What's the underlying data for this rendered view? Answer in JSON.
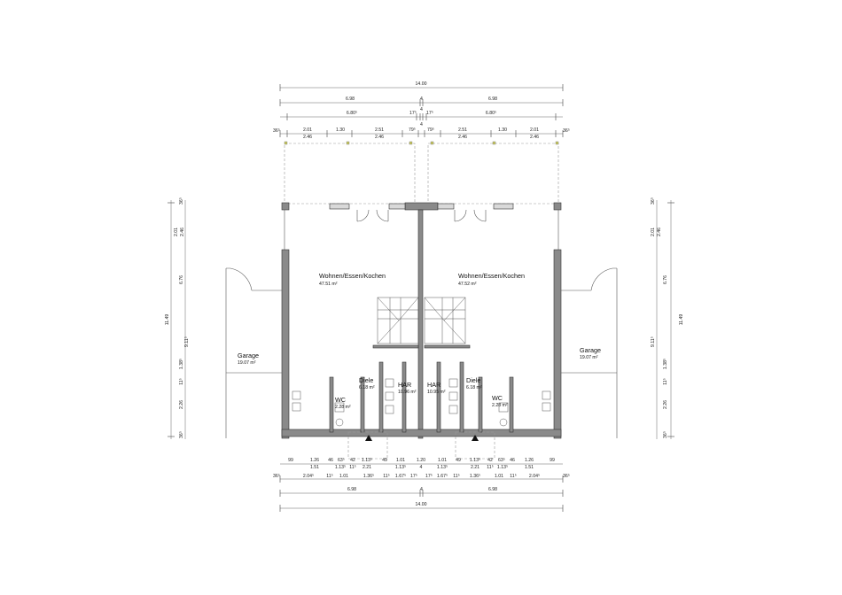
{
  "rooms": {
    "left": {
      "living_name": "Wohnen/Essen/Kochen",
      "living_area": "47.51 m²",
      "garage_name": "Garage",
      "garage_area": "19.07 m²",
      "diele_name": "Diele",
      "diele_area": "6.18 m²",
      "har_name": "HAR",
      "har_area": "10.96 m²",
      "wc_name": "WC",
      "wc_area": "2.28 m²"
    },
    "right": {
      "living_name": "Wohnen/Essen/Kochen",
      "living_area": "47.52 m²",
      "garage_name": "Garage",
      "garage_area": "19.07 m²",
      "diele_name": "Diele",
      "diele_area": "6.18 m²",
      "har_name": "HAR",
      "har_area": "10.95 m²",
      "wc_name": "WC",
      "wc_area": "2.28 m²"
    }
  },
  "dimensions": {
    "top_total": "14.00",
    "top_half_left": "6.98",
    "top_half_mid": "4",
    "top_half_right": "6.98",
    "top_r3": [
      "6.80⁵",
      "17⁵",
      "4",
      "17⁵",
      "6.80⁵"
    ],
    "top_r4a": [
      "36⁵",
      "2.01",
      "1.30",
      "2.51",
      "79⁵",
      "4",
      "79⁵",
      "2.51",
      "1.30",
      "2.01",
      "36⁵"
    ],
    "top_r4b": [
      "2.46",
      "2.46",
      "2.46",
      "2.46"
    ],
    "bottom_r1": [
      "99",
      "1.26",
      "46",
      "63⁵",
      "42",
      "1.13⁵",
      "49",
      "1.01",
      "1.20",
      "1.01",
      "49",
      "1.13⁵",
      "42",
      "63⁵",
      "46",
      "1.26",
      "99"
    ],
    "bottom_r1b": [
      "1.51",
      "1.13⁵",
      "11⁵",
      "2.21",
      "1.13⁵",
      "4",
      "1.13⁵",
      "2.21",
      "11⁵",
      "1.13⁵",
      "1.51"
    ],
    "bottom_r2": [
      "36⁵",
      "2.04⁵",
      "11⁵",
      "1.01",
      "1.36⁵",
      "11⁵",
      "1.67⁵",
      "17⁵",
      "17⁵",
      "1.67⁵",
      "11⁵",
      "1.36⁵",
      "1.01",
      "11⁵",
      "2.04⁵",
      "36⁵"
    ],
    "bottom_r3": [
      "6.98",
      "4",
      "6.98"
    ],
    "bottom_total": "14.00",
    "side_total": "11.49",
    "side_a": [
      "36⁵",
      "6.76",
      "1.38⁵",
      "11⁵",
      "2.26",
      "36⁵"
    ],
    "side_b": [
      "2.01",
      "2.46",
      "9.11⁵",
      "36⁵"
    ]
  },
  "icons": {
    "entrance_marker": "triangle-arrow-icon"
  }
}
